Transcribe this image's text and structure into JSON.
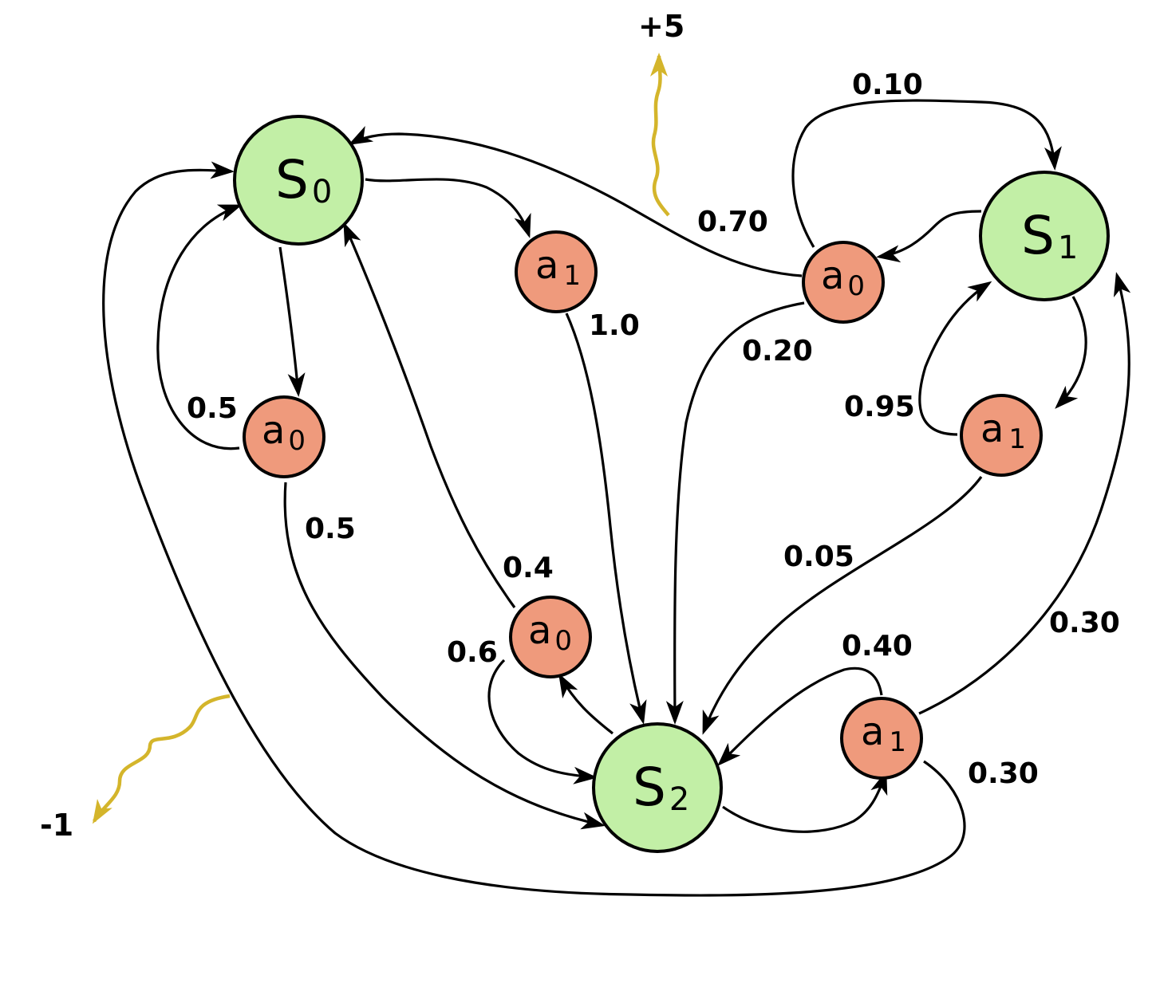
{
  "colors": {
    "state_fill": "#c2efa6",
    "action_fill": "#ef9a7c",
    "reward_arrow": "#d4b52b",
    "edge": "#000000"
  },
  "states": [
    {
      "id": "s0",
      "base": "S",
      "sub": "0"
    },
    {
      "id": "s1",
      "base": "S",
      "sub": "1"
    },
    {
      "id": "s2",
      "base": "S",
      "sub": "2"
    }
  ],
  "actions": [
    {
      "id": "s0a0",
      "base": "a",
      "sub": "0"
    },
    {
      "id": "s0a1",
      "base": "a",
      "sub": "1"
    },
    {
      "id": "s1a0",
      "base": "a",
      "sub": "0"
    },
    {
      "id": "s1a1",
      "base": "a",
      "sub": "1"
    },
    {
      "id": "s2a0",
      "base": "a",
      "sub": "0"
    },
    {
      "id": "s2a1",
      "base": "a",
      "sub": "1"
    }
  ],
  "transitions": [
    {
      "id": "s0a0-s0",
      "from": "s0a0",
      "to": "s0",
      "prob": "0.5"
    },
    {
      "id": "s0a0-s2",
      "from": "s0a0",
      "to": "s2",
      "prob": "0.5"
    },
    {
      "id": "s0a1-s2",
      "from": "s0a1",
      "to": "s2",
      "prob": "1.0"
    },
    {
      "id": "s1a0-s0",
      "from": "s1a0",
      "to": "s0",
      "prob": "0.70"
    },
    {
      "id": "s1a0-s1",
      "from": "s1a0",
      "to": "s1",
      "prob": "0.10"
    },
    {
      "id": "s1a0-s2",
      "from": "s1a0",
      "to": "s2",
      "prob": "0.20"
    },
    {
      "id": "s1a1-s1",
      "from": "s1a1",
      "to": "s1",
      "prob": "0.95"
    },
    {
      "id": "s1a1-s2",
      "from": "s1a1",
      "to": "s2",
      "prob": "0.05"
    },
    {
      "id": "s2a0-s0",
      "from": "s2a0",
      "to": "s0",
      "prob": "0.4"
    },
    {
      "id": "s2a0-s2",
      "from": "s2a0",
      "to": "s2",
      "prob": "0.6"
    },
    {
      "id": "s2a1-s2",
      "from": "s2a1",
      "to": "s2",
      "prob": "0.40"
    },
    {
      "id": "s2a1-s1",
      "from": "s2a1",
      "to": "s1",
      "prob": "0.30"
    },
    {
      "id": "s2a1-s0",
      "from": "s2a1",
      "to": "s0",
      "prob": "0.30"
    }
  ],
  "rewards": [
    {
      "id": "reward-positive",
      "on": "s1a0-s0",
      "value": "+5"
    },
    {
      "id": "reward-negative",
      "on": "s2a1-s0",
      "value": "-1"
    }
  ]
}
